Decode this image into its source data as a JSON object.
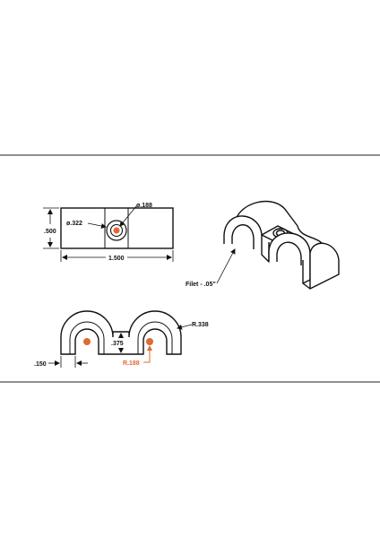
{
  "colors": {
    "line": "#111111",
    "accent": "#e06a33",
    "frame": "#222222",
    "background": "#ffffff"
  },
  "top_view": {
    "hole_dia_label": "ø.188",
    "counterbore_label": "ø.322",
    "height_label": ".500",
    "width_label": "1.500"
  },
  "iso_view": {
    "fillet_label": "Filet - .05\""
  },
  "front_view": {
    "outer_radius_label": "R.338",
    "gap_label": ".375",
    "wall_label": ".150",
    "inner_radius_label": "R.188"
  }
}
